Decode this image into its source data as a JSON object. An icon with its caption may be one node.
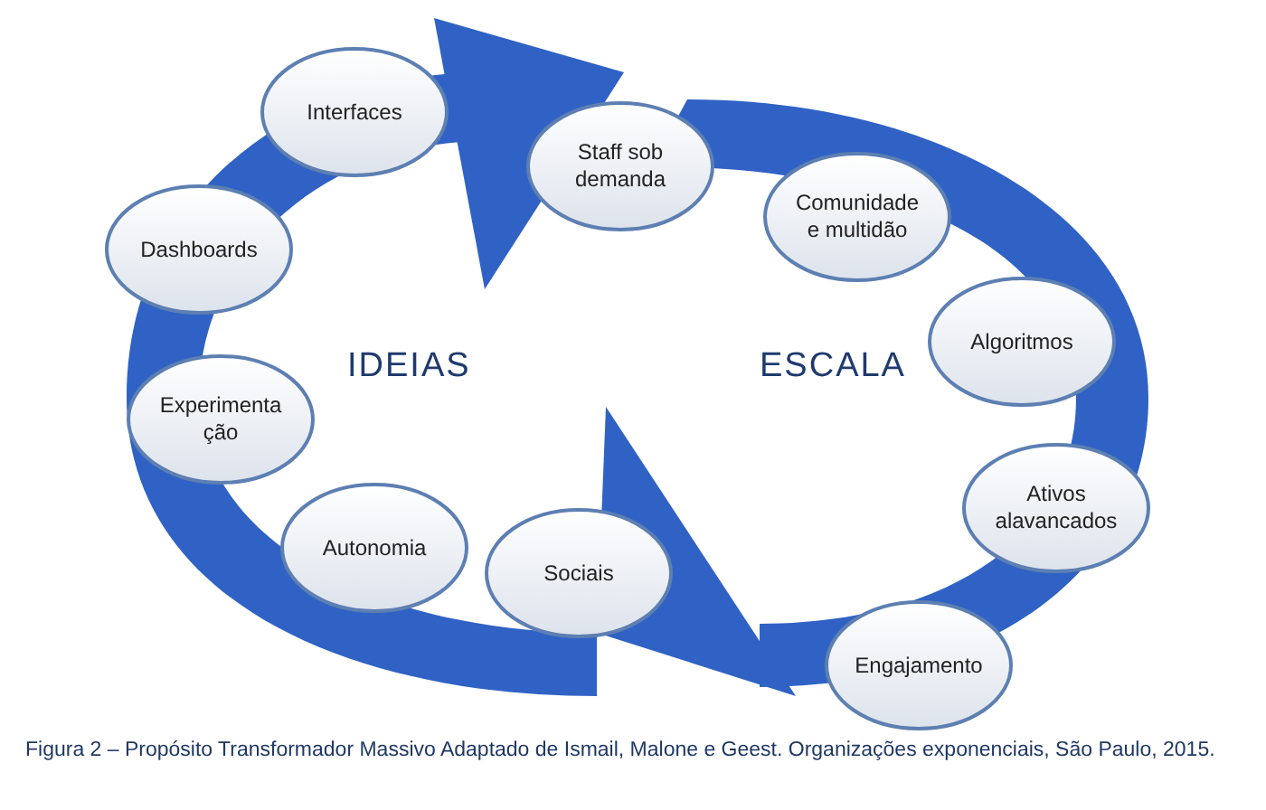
{
  "diagram": {
    "caption": "Figura 2 – Propósito Transformador Massivo Adaptado de Ismail, Malone e Geest. Organizações exponenciais, São Paulo, 2015.",
    "nodes": [
      {
        "text": [
          "Interfaces"
        ]
      },
      {
        "text": [
          "Dashboards"
        ]
      },
      {
        "text": [
          "Experimenta ção"
        ]
      },
      {
        "text": [
          "Autonomia"
        ]
      },
      {
        "text": [
          "Sociais"
        ]
      },
      {
        "text": [
          "Staff sob demanda"
        ]
      },
      {
        "text": [
          "Comunidade e multidão"
        ]
      },
      {
        "text": [
          "Algoritmos"
        ]
      },
      {
        "text": [
          "Ativos alavancados"
        ]
      },
      {
        "text": [
          "Engajamento"
        ]
      }
    ],
    "labels": [
      "IDEIAS",
      "ESCALA"
    ]
  }
}
